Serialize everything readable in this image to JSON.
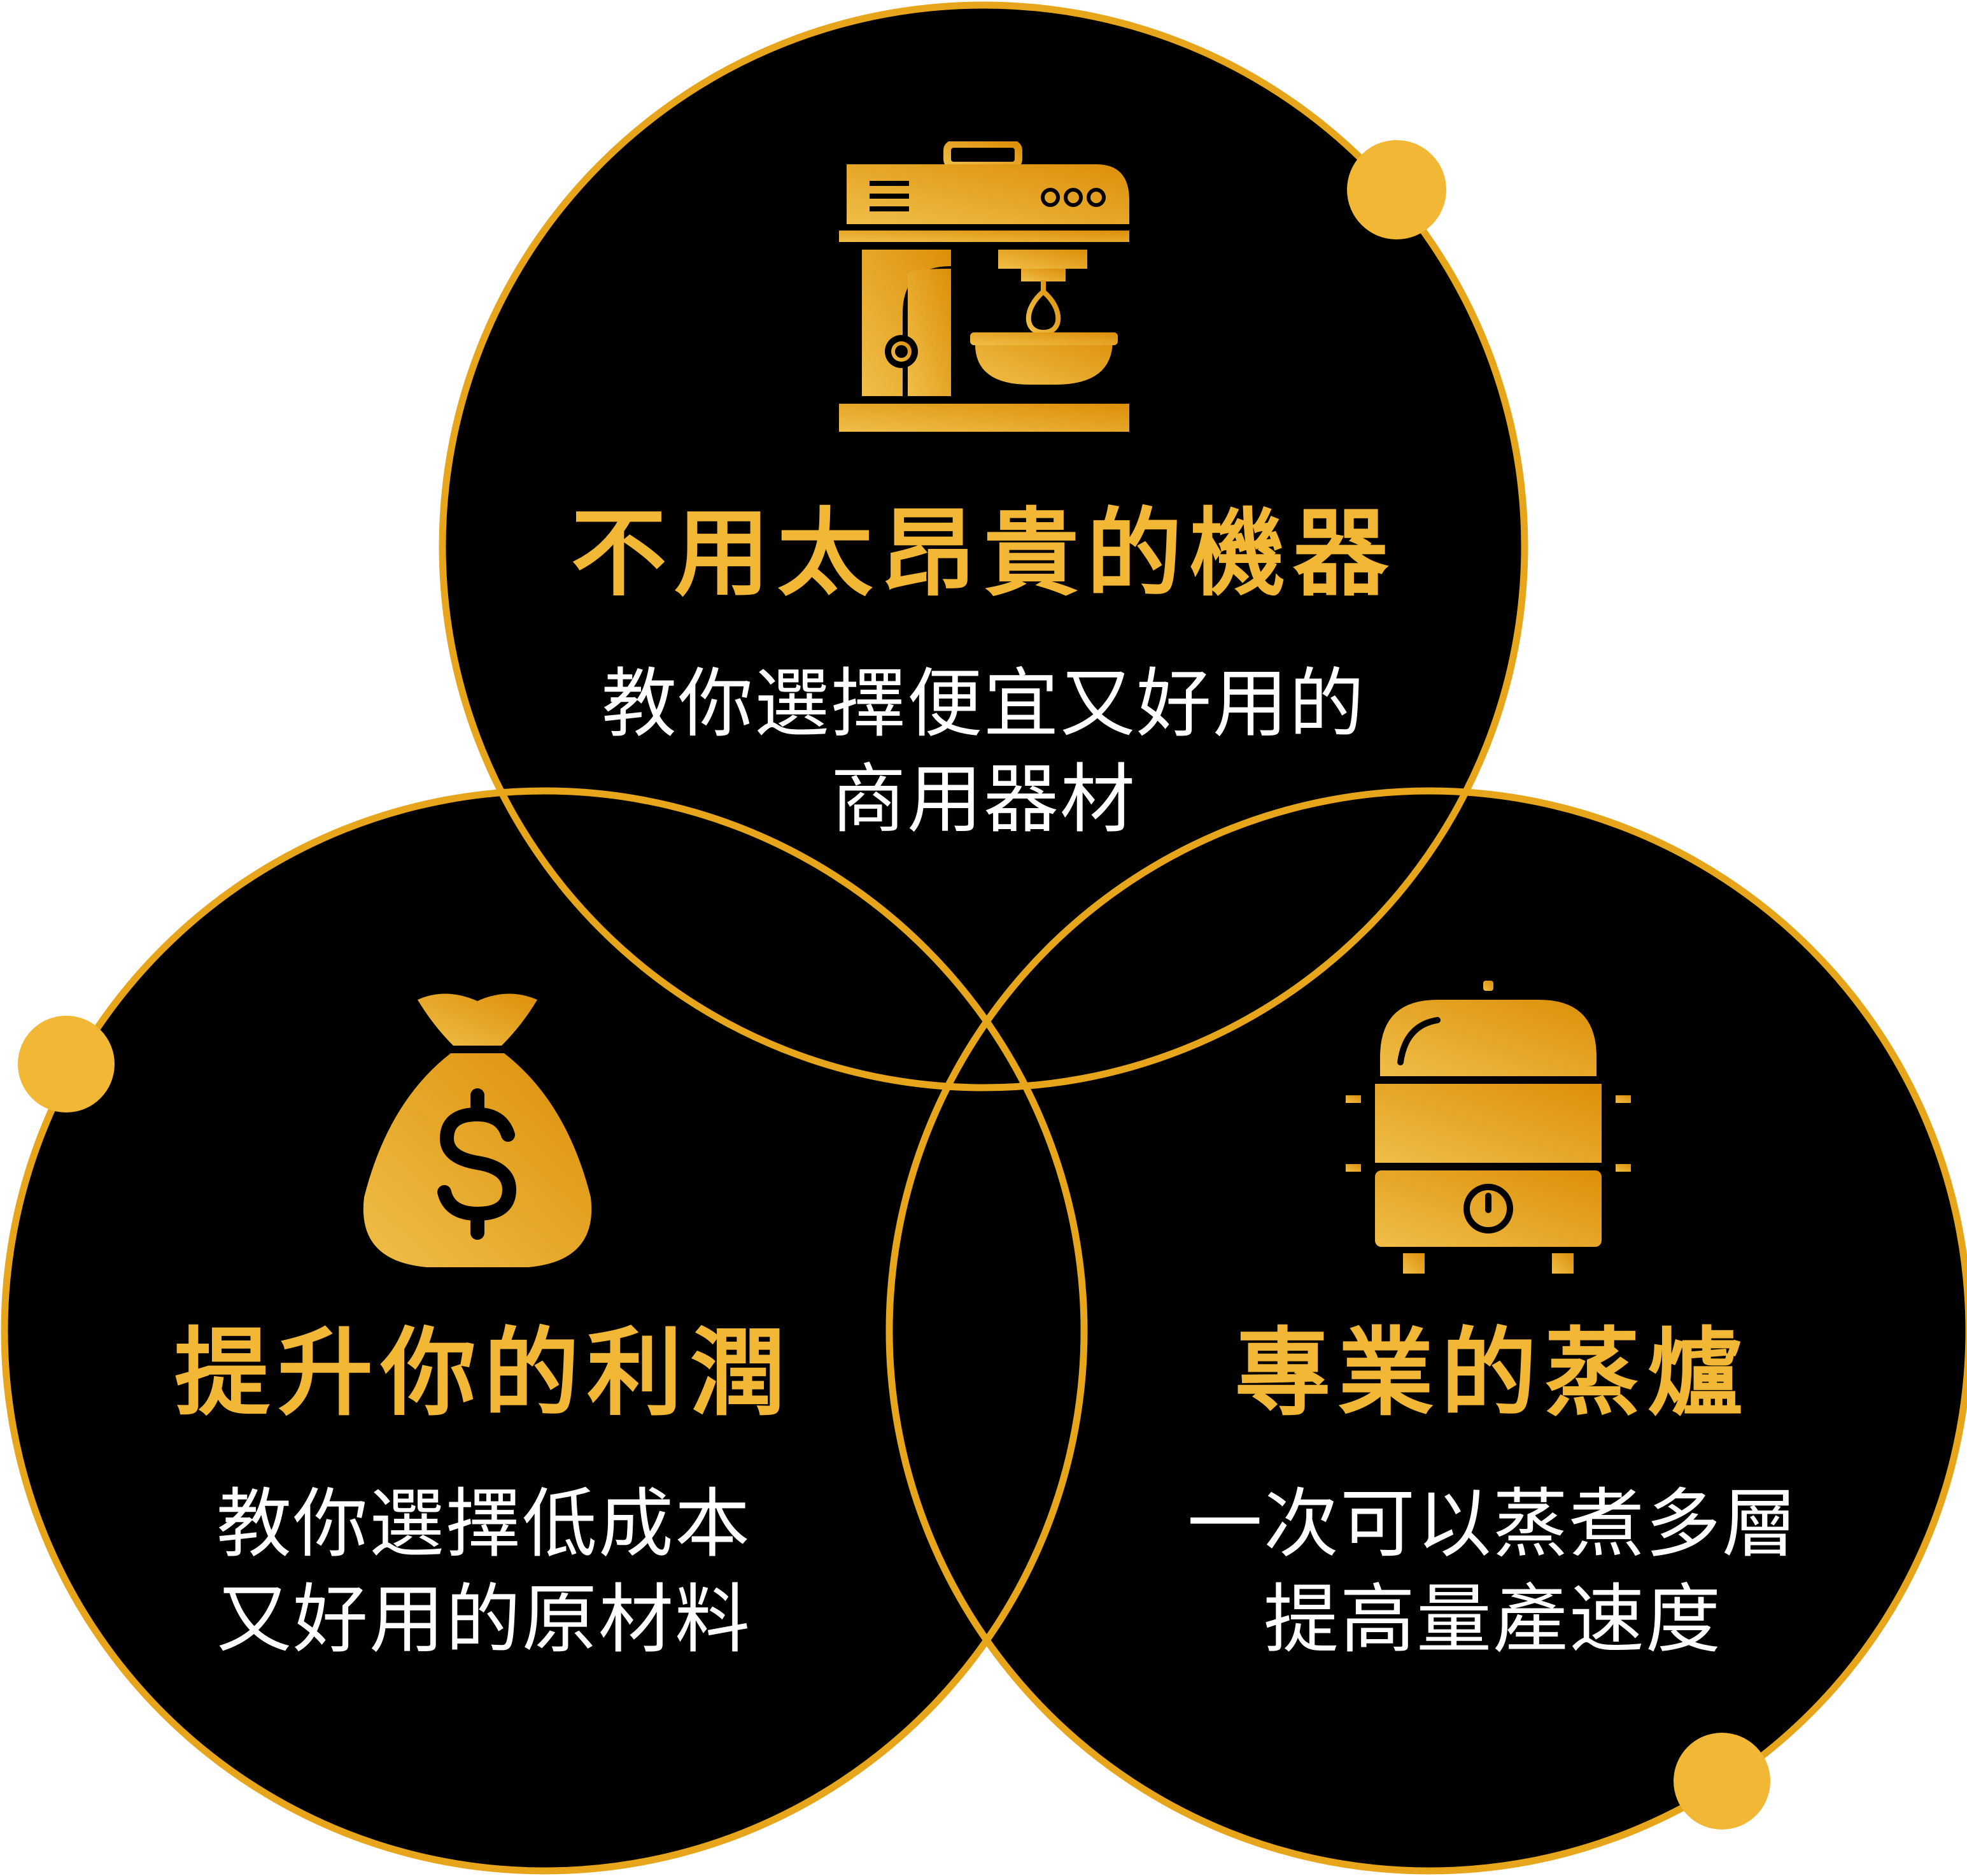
{
  "colors": {
    "background": "#ffffff",
    "circle_fill": "#000000",
    "ring_gold": "#e6a51a",
    "accent_gold": "#f2b734",
    "title_gold": "#f2b734",
    "text_white": "#ffffff",
    "icon_gradient": [
      "#f0be48",
      "#dc8f08"
    ]
  },
  "circles": [
    {
      "id": "top",
      "icon": "stand-mixer-icon",
      "title": "不用太昂貴的機器",
      "lines": [
        "教你選擇便宜又好用的",
        "商用器材"
      ]
    },
    {
      "id": "left",
      "icon": "money-bag-icon",
      "title": "提升你的利潤",
      "lines": [
        "教你選擇低成本",
        "又好用的原材料"
      ]
    },
    {
      "id": "right",
      "icon": "steamer-icon",
      "title": "專業的蒸爐",
      "lines": [
        "一次可以蒸煮多層",
        "提高量產速度"
      ]
    }
  ]
}
